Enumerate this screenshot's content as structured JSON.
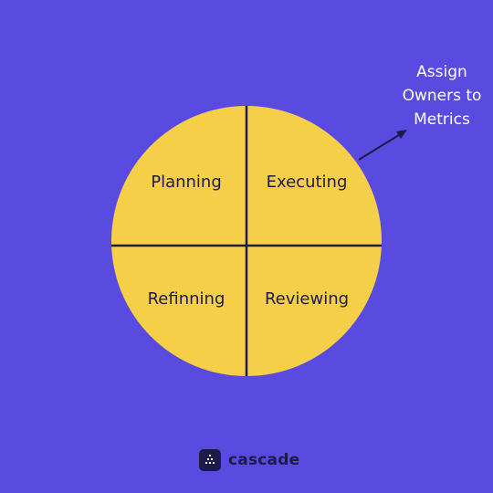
{
  "colors": {
    "background": "#5a4be0",
    "circle_fill": "#f5cf48",
    "divider": "#1e1a4a",
    "label_text": "#1e1a4a",
    "annotation_text": "#ffffff",
    "arrow": "#1e1a4a"
  },
  "diagram": {
    "quadrants": {
      "top_left": "Planning",
      "top_right": "Executing",
      "bottom_left": "Refinning",
      "bottom_right": "Reviewing"
    },
    "annotation": {
      "line1": "Assign",
      "line2": "Owners to",
      "line3": "Metrics"
    }
  },
  "brand": {
    "name": "cascade",
    "logo_icon": "cascade-logo-icon"
  }
}
